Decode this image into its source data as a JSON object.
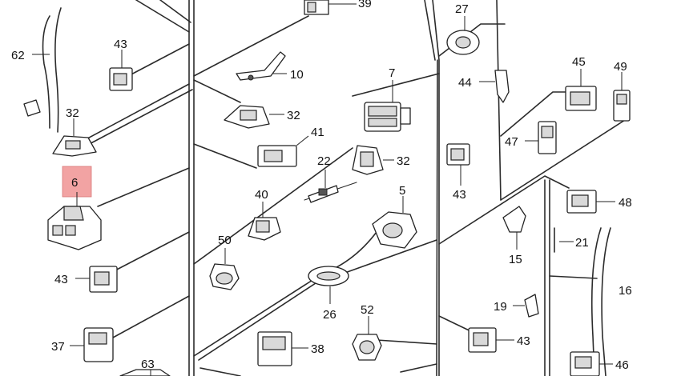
{
  "callouts": [
    {
      "id": "c39",
      "text": "39"
    },
    {
      "id": "c27",
      "text": "27"
    },
    {
      "id": "c62",
      "text": "62"
    },
    {
      "id": "c43a",
      "text": "43"
    },
    {
      "id": "c10",
      "text": "10"
    },
    {
      "id": "c7",
      "text": "7"
    },
    {
      "id": "c45",
      "text": "45"
    },
    {
      "id": "c49",
      "text": "49"
    },
    {
      "id": "c44",
      "text": "44"
    },
    {
      "id": "c32a",
      "text": "32"
    },
    {
      "id": "c32b",
      "text": "32"
    },
    {
      "id": "c41",
      "text": "41"
    },
    {
      "id": "c22",
      "text": "22"
    },
    {
      "id": "c32c",
      "text": "32"
    },
    {
      "id": "c47",
      "text": "47"
    },
    {
      "id": "c43b",
      "text": "43"
    },
    {
      "id": "c6",
      "text": "6"
    },
    {
      "id": "c40",
      "text": "40"
    },
    {
      "id": "c5",
      "text": "5"
    },
    {
      "id": "c48",
      "text": "48"
    },
    {
      "id": "c21",
      "text": "21"
    },
    {
      "id": "c50",
      "text": "50"
    },
    {
      "id": "c15",
      "text": "15"
    },
    {
      "id": "c43c",
      "text": "43"
    },
    {
      "id": "c16",
      "text": "16"
    },
    {
      "id": "c26",
      "text": "26"
    },
    {
      "id": "c19",
      "text": "19"
    },
    {
      "id": "c52",
      "text": "52"
    },
    {
      "id": "c43d",
      "text": "43"
    },
    {
      "id": "c37",
      "text": "37"
    },
    {
      "id": "c38",
      "text": "38"
    },
    {
      "id": "c63",
      "text": "63"
    },
    {
      "id": "c46",
      "text": "46"
    }
  ],
  "highlight": {
    "label": "6",
    "color": "#f19a9a"
  }
}
